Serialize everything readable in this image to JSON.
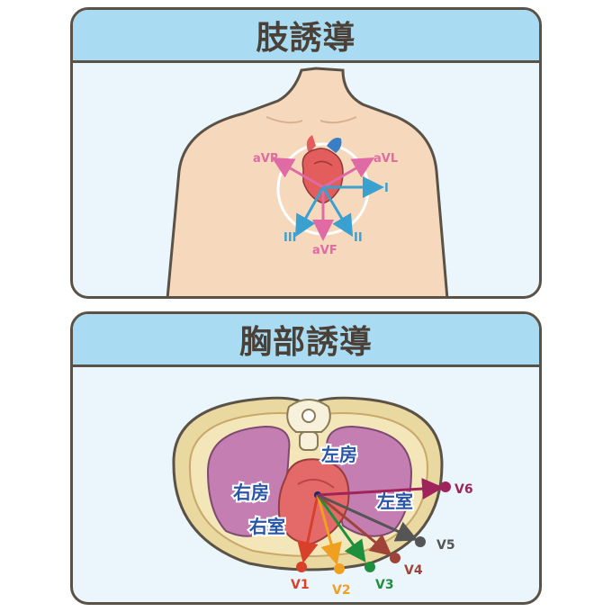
{
  "limb_leads": {
    "title": "肢誘導",
    "labels": {
      "avr": "aVR",
      "avl": "aVL",
      "avf": "aVF",
      "lead1": "I",
      "lead2": "II",
      "lead3": "III"
    }
  },
  "chest_leads": {
    "title": "胸部誘導",
    "chambers": {
      "left_atrium": "左房",
      "right_atrium": "右房",
      "left_ventricle": "左室",
      "right_ventricle": "右室"
    },
    "electrodes": [
      {
        "label": "V1",
        "color": "#d9402a"
      },
      {
        "label": "V2",
        "color": "#f0a020"
      },
      {
        "label": "V3",
        "color": "#1e8f3c"
      },
      {
        "label": "V4",
        "color": "#a0443a"
      },
      {
        "label": "V5",
        "color": "#555555"
      },
      {
        "label": "V6",
        "color": "#a0245c"
      }
    ]
  },
  "colors": {
    "panel_header": "#a9dcf2",
    "panel_body": "#ebf6fc",
    "outline": "#5b5247",
    "skin": "#f6d9bd",
    "limb_arrow_pink": "#e06aa4",
    "limb_arrow_blue": "#3aa0d0",
    "chamber_text": "#2a56a8"
  }
}
